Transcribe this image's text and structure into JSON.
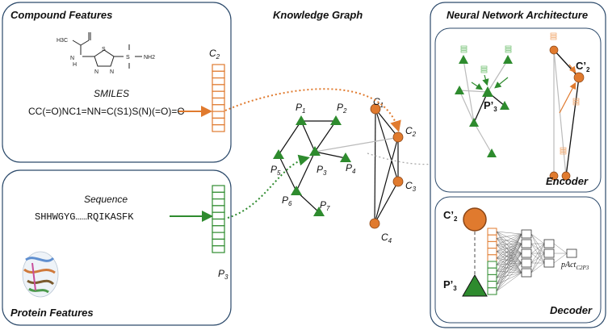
{
  "panels": {
    "compound": {
      "title": "Compound Features",
      "smiles_label": "SMILES",
      "smiles_value": "CC(=O)NC1=NN=C(S1)S(N)(=O)=O",
      "vector_label": "C",
      "vector_sub": "2",
      "structure_atoms": {
        "h3c": "H3C",
        "nh_left": "N",
        "h": "H",
        "s_ring": "S",
        "n1": "N",
        "n2": "N",
        "s_sulf": "S",
        "nh2": "NH2"
      }
    },
    "protein": {
      "title": "Protein Features",
      "sequence_label": "Sequence",
      "sequence_value": "SHHWGYG……RQIKASFK",
      "vector_label": "P",
      "vector_sub": "3"
    },
    "knowledge_graph": {
      "title": "Knowledge Graph",
      "protein_nodes": [
        {
          "label": "P",
          "sub": "1"
        },
        {
          "label": "P",
          "sub": "2"
        },
        {
          "label": "P",
          "sub": "3"
        },
        {
          "label": "P",
          "sub": "4"
        },
        {
          "label": "P",
          "sub": "5"
        },
        {
          "label": "P",
          "sub": "6"
        },
        {
          "label": "P",
          "sub": "7"
        }
      ],
      "compound_nodes": [
        {
          "label": "C",
          "sub": "1"
        },
        {
          "label": "C",
          "sub": "2"
        },
        {
          "label": "C",
          "sub": "3"
        },
        {
          "label": "C",
          "sub": "4"
        }
      ]
    },
    "nn": {
      "title": "Neural Network Architecture",
      "encoder": {
        "title": "Encoder",
        "p_label": "P’",
        "p_sub": "3",
        "c_label": "C’",
        "c_sub": "2"
      },
      "decoder": {
        "title": "Decoder",
        "c_label": "C’",
        "c_sub": "2",
        "p_label": "P’",
        "p_sub": "3",
        "output_label": "pAct",
        "output_sub": "C2P3"
      }
    }
  },
  "colors": {
    "compound": "#e07a2e",
    "protein": "#2e8b2e",
    "panel_border": "#2c4a6b",
    "edge_gray": "#bbbbbb"
  }
}
